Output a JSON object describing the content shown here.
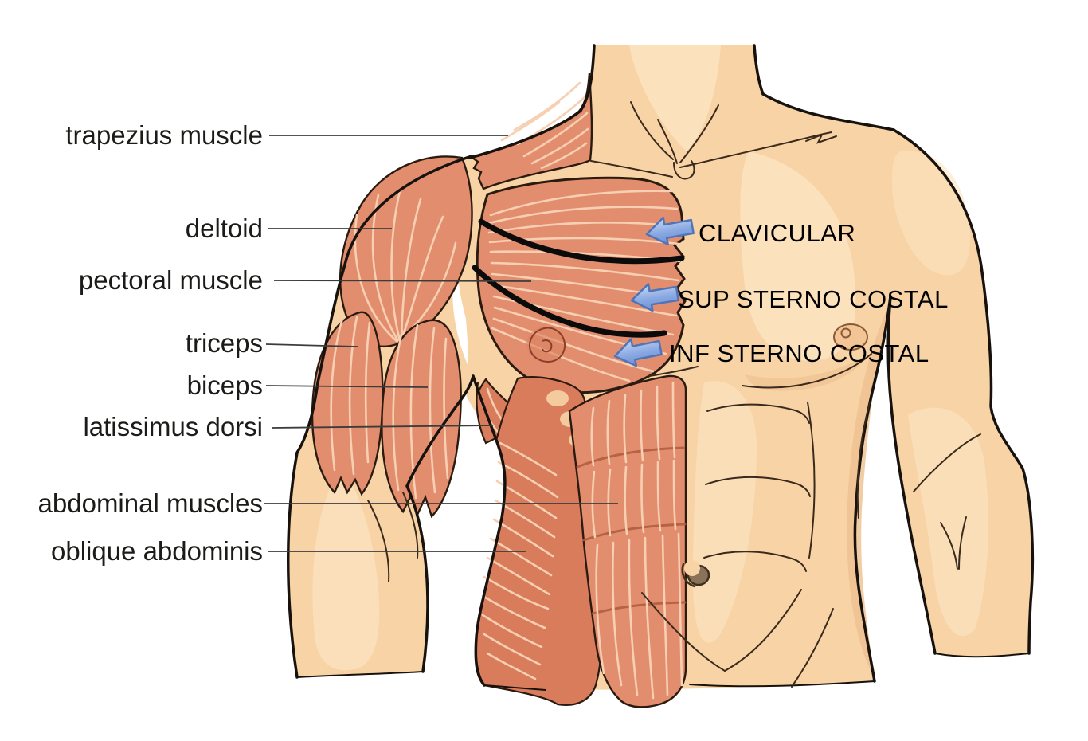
{
  "diagram": {
    "kind": "muscle-anatomy-diagram",
    "labels": {
      "left": [
        {
          "text": "trapezius muscle"
        },
        {
          "text": "deltoid"
        },
        {
          "text": "pectoral muscle"
        },
        {
          "text": "triceps"
        },
        {
          "text": "biceps"
        },
        {
          "text": "latissimus dorsi"
        },
        {
          "text": "abdominal muscles"
        },
        {
          "text": "oblique abdominis"
        }
      ],
      "right": [
        {
          "text": "CLAVICULAR",
          "icon": "arrow-left-icon"
        },
        {
          "text": "SUP STERNO COSTAL",
          "icon": "arrow-left-icon"
        },
        {
          "text": "INF STERNO COSTAL",
          "icon": "arrow-left-icon"
        }
      ]
    },
    "colors": {
      "skin": "#f7d3a6",
      "skin_shadow": "#eec090",
      "skin_highlight": "#fbe3c0",
      "muscle": "#e28e6e",
      "muscle_dark": "#d87c5c",
      "muscle_fiber": "#f7cfb2",
      "tendon": "#b05a3e",
      "outline": "#17120d",
      "contour": "#3a2a1c",
      "leader": "#3c3c3c",
      "divider": "#0b0b0b",
      "arrow_fill": "#8aa9e2",
      "arrow_fill_light": "#c7d9f4",
      "arrow_border": "#4f74b8",
      "label_text": "#1b1b19"
    }
  }
}
